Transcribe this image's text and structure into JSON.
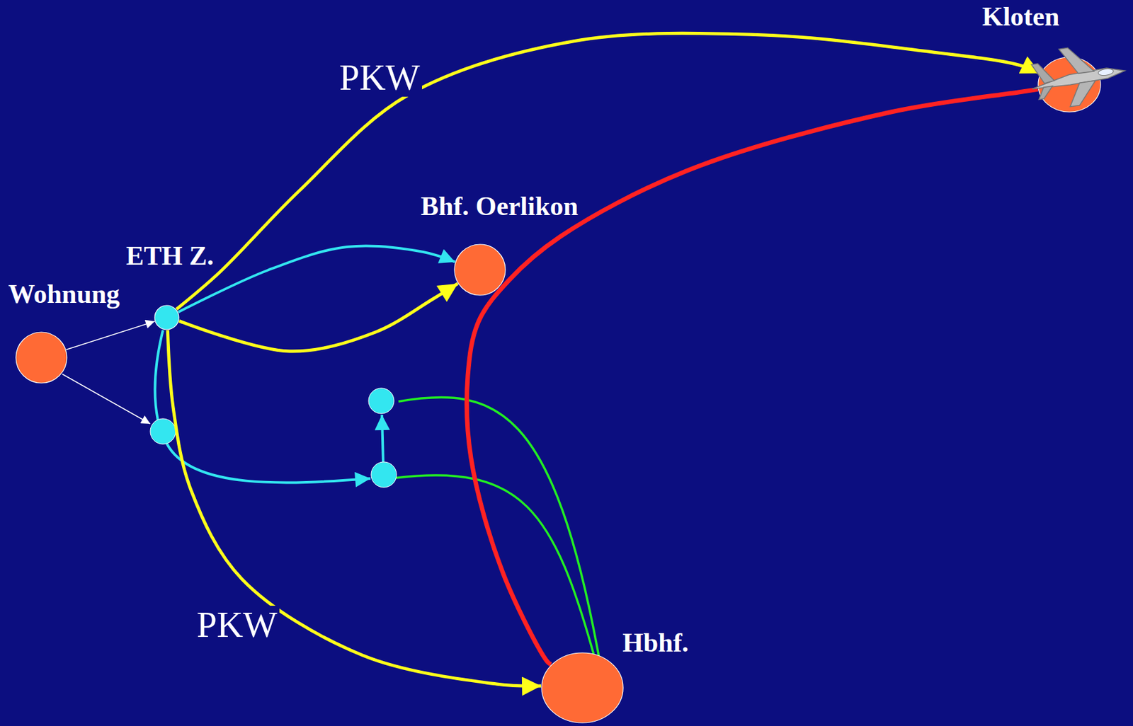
{
  "diagram": {
    "nodes": [
      {
        "text": [
          "Kloten"
        ]
      },
      {
        "text": [
          "Bhf. Oerlikon"
        ]
      },
      {
        "text": [
          "ETH Z."
        ]
      },
      {
        "text": [
          "Wohnung"
        ]
      },
      {
        "text": [
          "Hbhf."
        ]
      }
    ],
    "edges": [
      {
        "from": 3,
        "to": 2,
        "arrow": "to"
      },
      {
        "from": 2,
        "to": 1,
        "arrow": "to"
      },
      {
        "from": 2,
        "to": 1,
        "arrow": "to"
      },
      {
        "from": 2,
        "to": 0,
        "label": "PKW",
        "arrow": "to"
      },
      {
        "from": 2,
        "to": 4,
        "label": "PKW",
        "arrow": "to"
      },
      {
        "from": 4,
        "to": 0,
        "arrow": "none"
      }
    ]
  }
}
